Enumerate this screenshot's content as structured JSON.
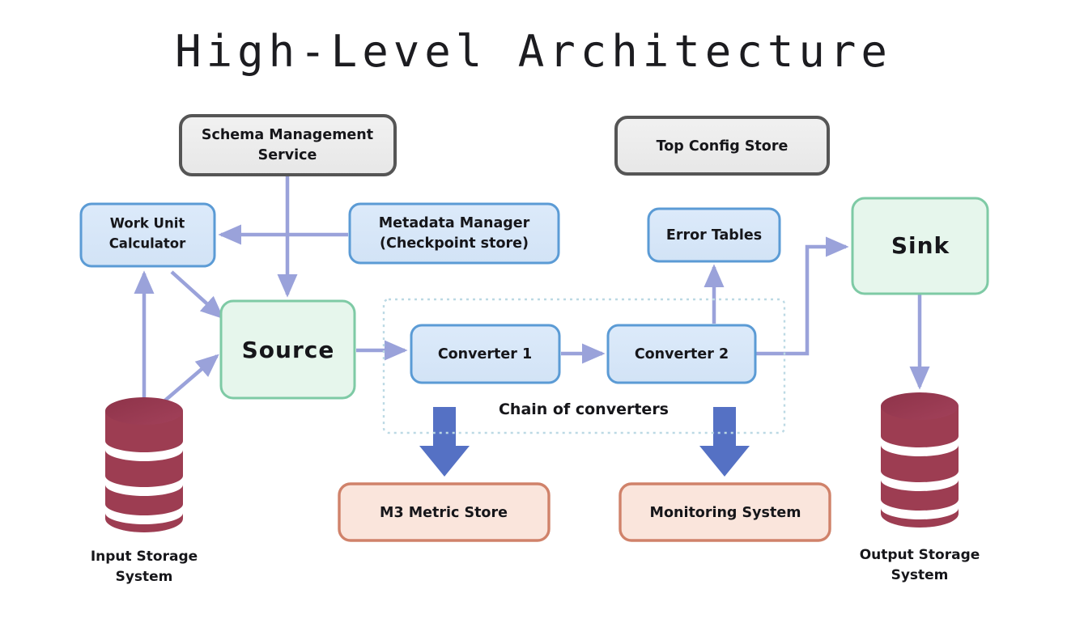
{
  "title": "High-Level Architecture",
  "palette": {
    "arrow": "#9aa2da",
    "thick_arrow": "#5571c4",
    "blue_fill": "#d9e7f8",
    "blue_stroke": "#5b9bd5",
    "green_fill": "#e6f6ec",
    "green_stroke": "#7ecaa5",
    "grey_fill": "#ececec",
    "grey_stroke": "#555555",
    "orange_fill": "#fae5dc",
    "orange_stroke": "#d0826a",
    "db_body": "#9d3d52",
    "db_top": "#8d3349",
    "dotted_border": "#bcd9e4",
    "text": "#16161a",
    "background": "#ffffff"
  },
  "nodes": {
    "schema_management_service": {
      "line1": "Schema Management",
      "line2": "Service",
      "kind": "grey"
    },
    "top_config_store": {
      "line1": "Top Config Store",
      "kind": "grey"
    },
    "work_unit_calculator": {
      "line1": "Work Unit",
      "line2": "Calculator",
      "kind": "blue"
    },
    "metadata_manager": {
      "line1": "Metadata Manager",
      "line2": "(Checkpoint store)",
      "kind": "blue"
    },
    "error_tables": {
      "line1": "Error Tables",
      "kind": "blue"
    },
    "source": {
      "line1": "Source",
      "kind": "green"
    },
    "sink": {
      "line1": "Sink",
      "kind": "green"
    },
    "converter_1": {
      "line1": "Converter 1",
      "kind": "blue"
    },
    "converter_2": {
      "line1": "Converter 2",
      "kind": "blue"
    },
    "m3_metric_store": {
      "line1": "M3 Metric Store",
      "kind": "orange"
    },
    "monitoring_system": {
      "line1": "Monitoring System",
      "kind": "orange"
    }
  },
  "groups": {
    "chain_of_converters": {
      "caption": "Chain of converters"
    }
  },
  "databases": {
    "input_storage": {
      "line1": "Input Storage",
      "line2": "System"
    },
    "output_storage": {
      "line1": "Output Storage",
      "line2": "System"
    }
  }
}
